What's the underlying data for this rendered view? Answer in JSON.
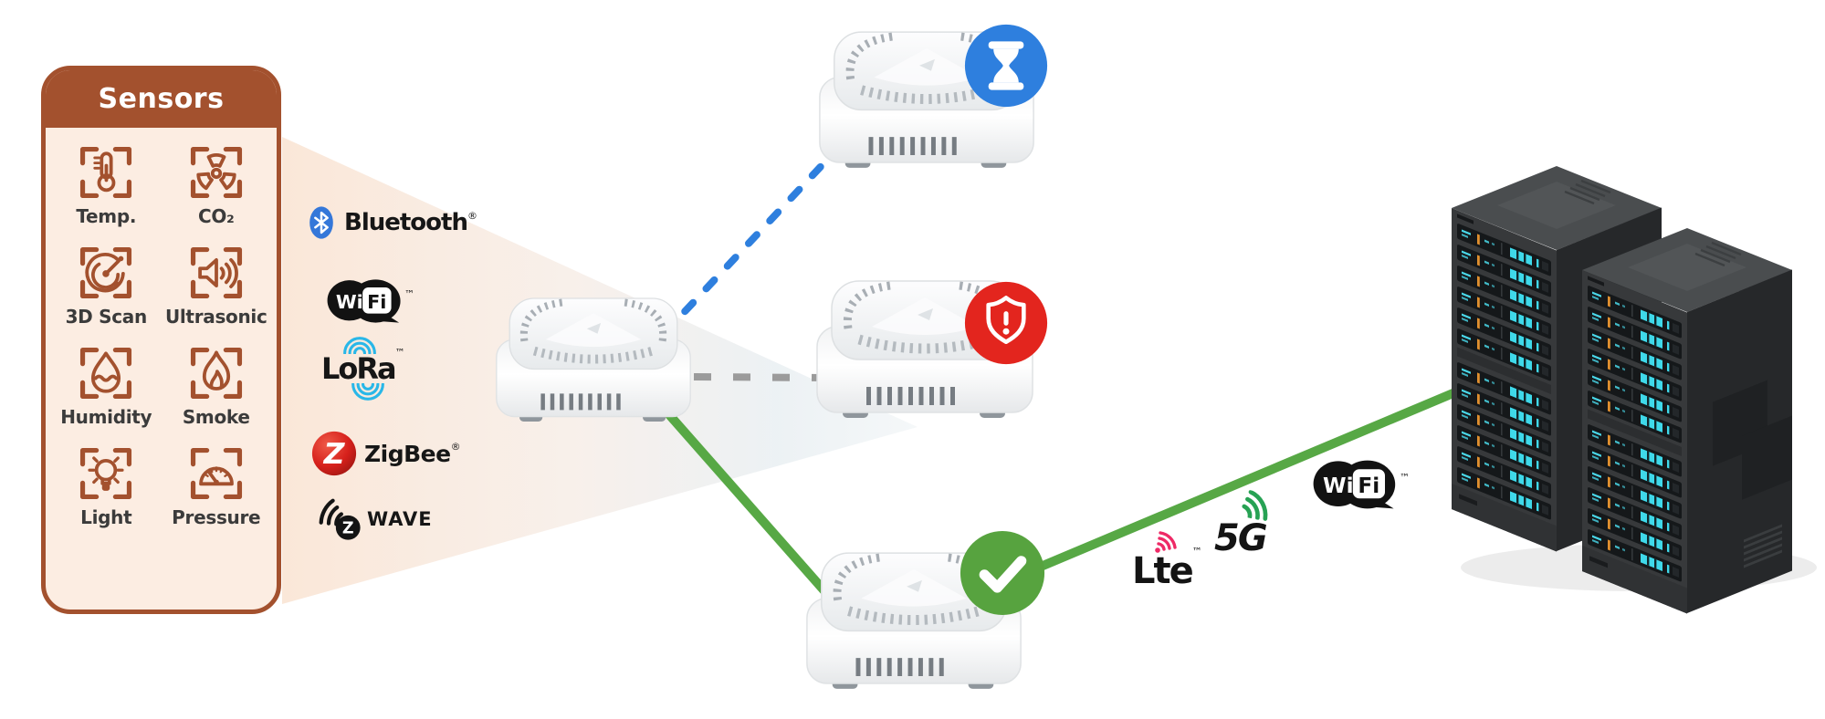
{
  "diagram": {
    "panel": {
      "title": "Sensors",
      "items": [
        {
          "label": "Temp.",
          "icon": "thermometer-icon"
        },
        {
          "label": "CO₂",
          "icon": "radiation-fan-icon"
        },
        {
          "label": "3D Scan",
          "icon": "radar-icon"
        },
        {
          "label": "Ultrasonic",
          "icon": "speaker-waves-icon"
        },
        {
          "label": "Humidity",
          "icon": "water-drop-icon"
        },
        {
          "label": "Smoke",
          "icon": "flame-icon"
        },
        {
          "label": "Light",
          "icon": "light-bulb-icon"
        },
        {
          "label": "Pressure",
          "icon": "gauge-icon"
        }
      ]
    },
    "protocols": {
      "bluetooth": {
        "label": "Bluetooth",
        "mark": "®"
      },
      "wifi": {
        "wi": "Wi",
        "fi": "Fi",
        "mark": "™"
      },
      "lora": {
        "label": "LoRa",
        "mark": "™"
      },
      "zigbee": {
        "initial": "Z",
        "label": "ZigBee",
        "mark": "®"
      },
      "zwave": {
        "initial": "Z",
        "label": "WAVE"
      }
    },
    "uplinks": {
      "lte": {
        "label": "Lte",
        "mark": "™"
      },
      "five_g": {
        "label": "5G"
      },
      "wifi": {
        "wi": "Wi",
        "fi": "Fi",
        "mark": "™"
      }
    },
    "statuses": {
      "pending_icon": "hourglass",
      "alert_icon": "shield-exclamation",
      "ok_icon": "checkmark"
    },
    "colors": {
      "panel_brown": "#A3512E",
      "panel_bg": "#FCEDE2",
      "beam_peach": "#FAE7D8",
      "bluetooth_blue": "#3477D9",
      "lora_cyan": "#29B7E8",
      "zigbee_red": "#D6201B",
      "lte_pink": "#EE2A66",
      "five_g_green": "#27A254",
      "line_blue": "#2E7FDE",
      "line_gray": "#9B9B9B",
      "line_green": "#57A845",
      "badge_blue": "#2E7FDE",
      "badge_red": "#E3251E",
      "badge_green": "#57A33F",
      "led_cyan": "#3FD9EA",
      "led_orange": "#E1902F"
    }
  }
}
